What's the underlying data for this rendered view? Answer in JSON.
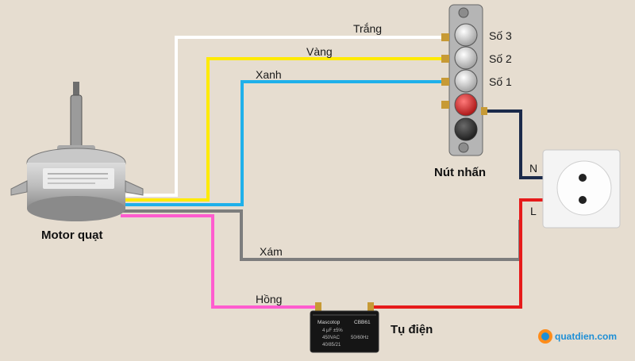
{
  "diagram": {
    "components": {
      "motor": "Motor quạt",
      "switch": "Nút nhấn",
      "capacitor": "Tụ điện"
    },
    "wires": {
      "white": "Trắng",
      "yellow": "Vàng",
      "blue": "Xanh",
      "gray": "Xám",
      "pink": "Hồng"
    },
    "speeds": [
      "Số 3",
      "Số 2",
      "Số 1"
    ],
    "outlet_terminals": {
      "neutral": "N",
      "live": "L"
    },
    "capacitor_markings": {
      "brand": "Mascotop",
      "model": "CBB61",
      "rating": "4 μF ±5%",
      "voltage": "450VAC",
      "freq": "50/60Hz",
      "class": "40/85/21"
    },
    "logo": "quatdien.com",
    "colors": {
      "white": "#ffffff",
      "yellow": "#ffea00",
      "blue": "#1fb0ea",
      "gray": "#7d7d7d",
      "pink": "#ff5ccf",
      "red": "#e61a1a",
      "navy": "#1b2a4a",
      "background": "#e6ddd0"
    }
  }
}
